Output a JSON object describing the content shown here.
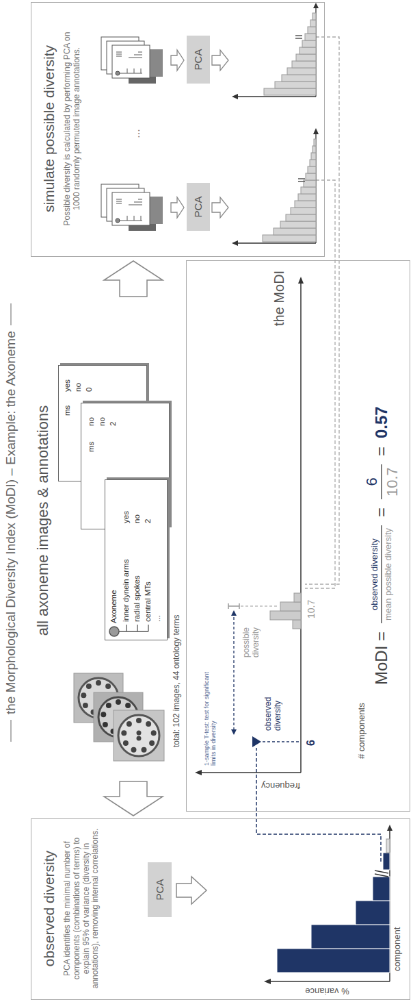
{
  "diagram": {
    "title": "the Morphological Diversity Index (MoDI) – Example: the Axoneme",
    "nodes": [
      {
        "text": [
          "observed diversity",
          "PCA identifies the minimal number of components (combinations of terms) to explain 95% of variance (diversity in annotations), removing internal correlations."
        ]
      },
      {
        "text": [
          "PCA"
        ],
        "in": 0
      },
      {
        "text": [
          "ms",
          "yes",
          "no",
          "0"
        ]
      },
      {
        "text": [
          "ms",
          "no",
          "no",
          "2"
        ]
      },
      {
        "text": [
          "Axoneme",
          "inner dynein arms",
          "yes",
          "radial spokes",
          "no",
          "central MTs",
          "2",
          "..."
        ]
      },
      {
        "text": [
          "the MoDI"
        ]
      },
      {
        "text": [
          "simulate possible diversity",
          "Possible diversity is calculated by performing PCA on 1000 randomly permuted image annotations."
        ]
      },
      {
        "text": [
          "PCA"
        ],
        "in": 6
      },
      {
        "text": [
          "PCA"
        ],
        "in": 6
      }
    ],
    "labels": [
      "% variance",
      "component",
      "all axoneme images & annotations",
      "total: 102 images, 44 ontology terms",
      "frequency",
      "# components",
      "1-sample T-test: test for significant limits in diversity",
      "possible diversity",
      "10.7",
      "observed diversity",
      "6",
      "MoDI =",
      "observed diversity",
      "mean possible diversity",
      "=",
      "6",
      "10.7",
      "=",
      "0.57",
      "..."
    ]
  }
}
